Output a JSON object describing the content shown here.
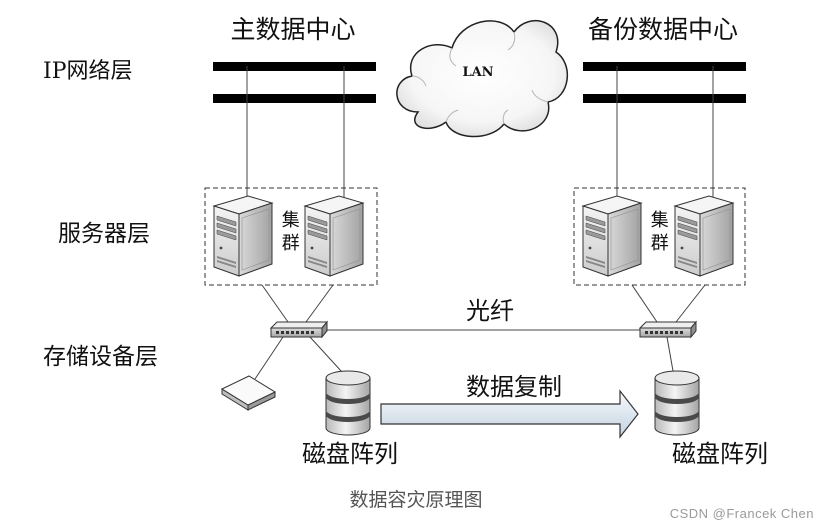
{
  "layers": {
    "ip_network": "IP网络层",
    "server": "服务器层",
    "storage": "存储设备层"
  },
  "primary_center": {
    "title": "主数据中心",
    "cluster_label": "集群",
    "disk_array_label": "磁盘阵列"
  },
  "backup_center": {
    "title": "备份数据中心",
    "cluster_label": "集群",
    "disk_array_label": "磁盘阵列"
  },
  "network": {
    "lan_label": "LAN",
    "fiber_label": "光纤",
    "replication_label": "数据复制"
  },
  "caption": "数据容灾原理图",
  "watermark": "CSDN @Francek Chen",
  "icons": {
    "lan": "cloud-icon",
    "server": "server-icon",
    "switch": "network-switch-icon",
    "client_device": "client-device-icon",
    "disk_array": "disk-array-icon",
    "replication": "arrow-right-icon"
  },
  "colors": {
    "backbone_bar": "#000000",
    "line": "#444444",
    "replication_arrow": "#c3d2e1",
    "caption_text": "#555555",
    "watermark_text": "#9a9a9a"
  }
}
